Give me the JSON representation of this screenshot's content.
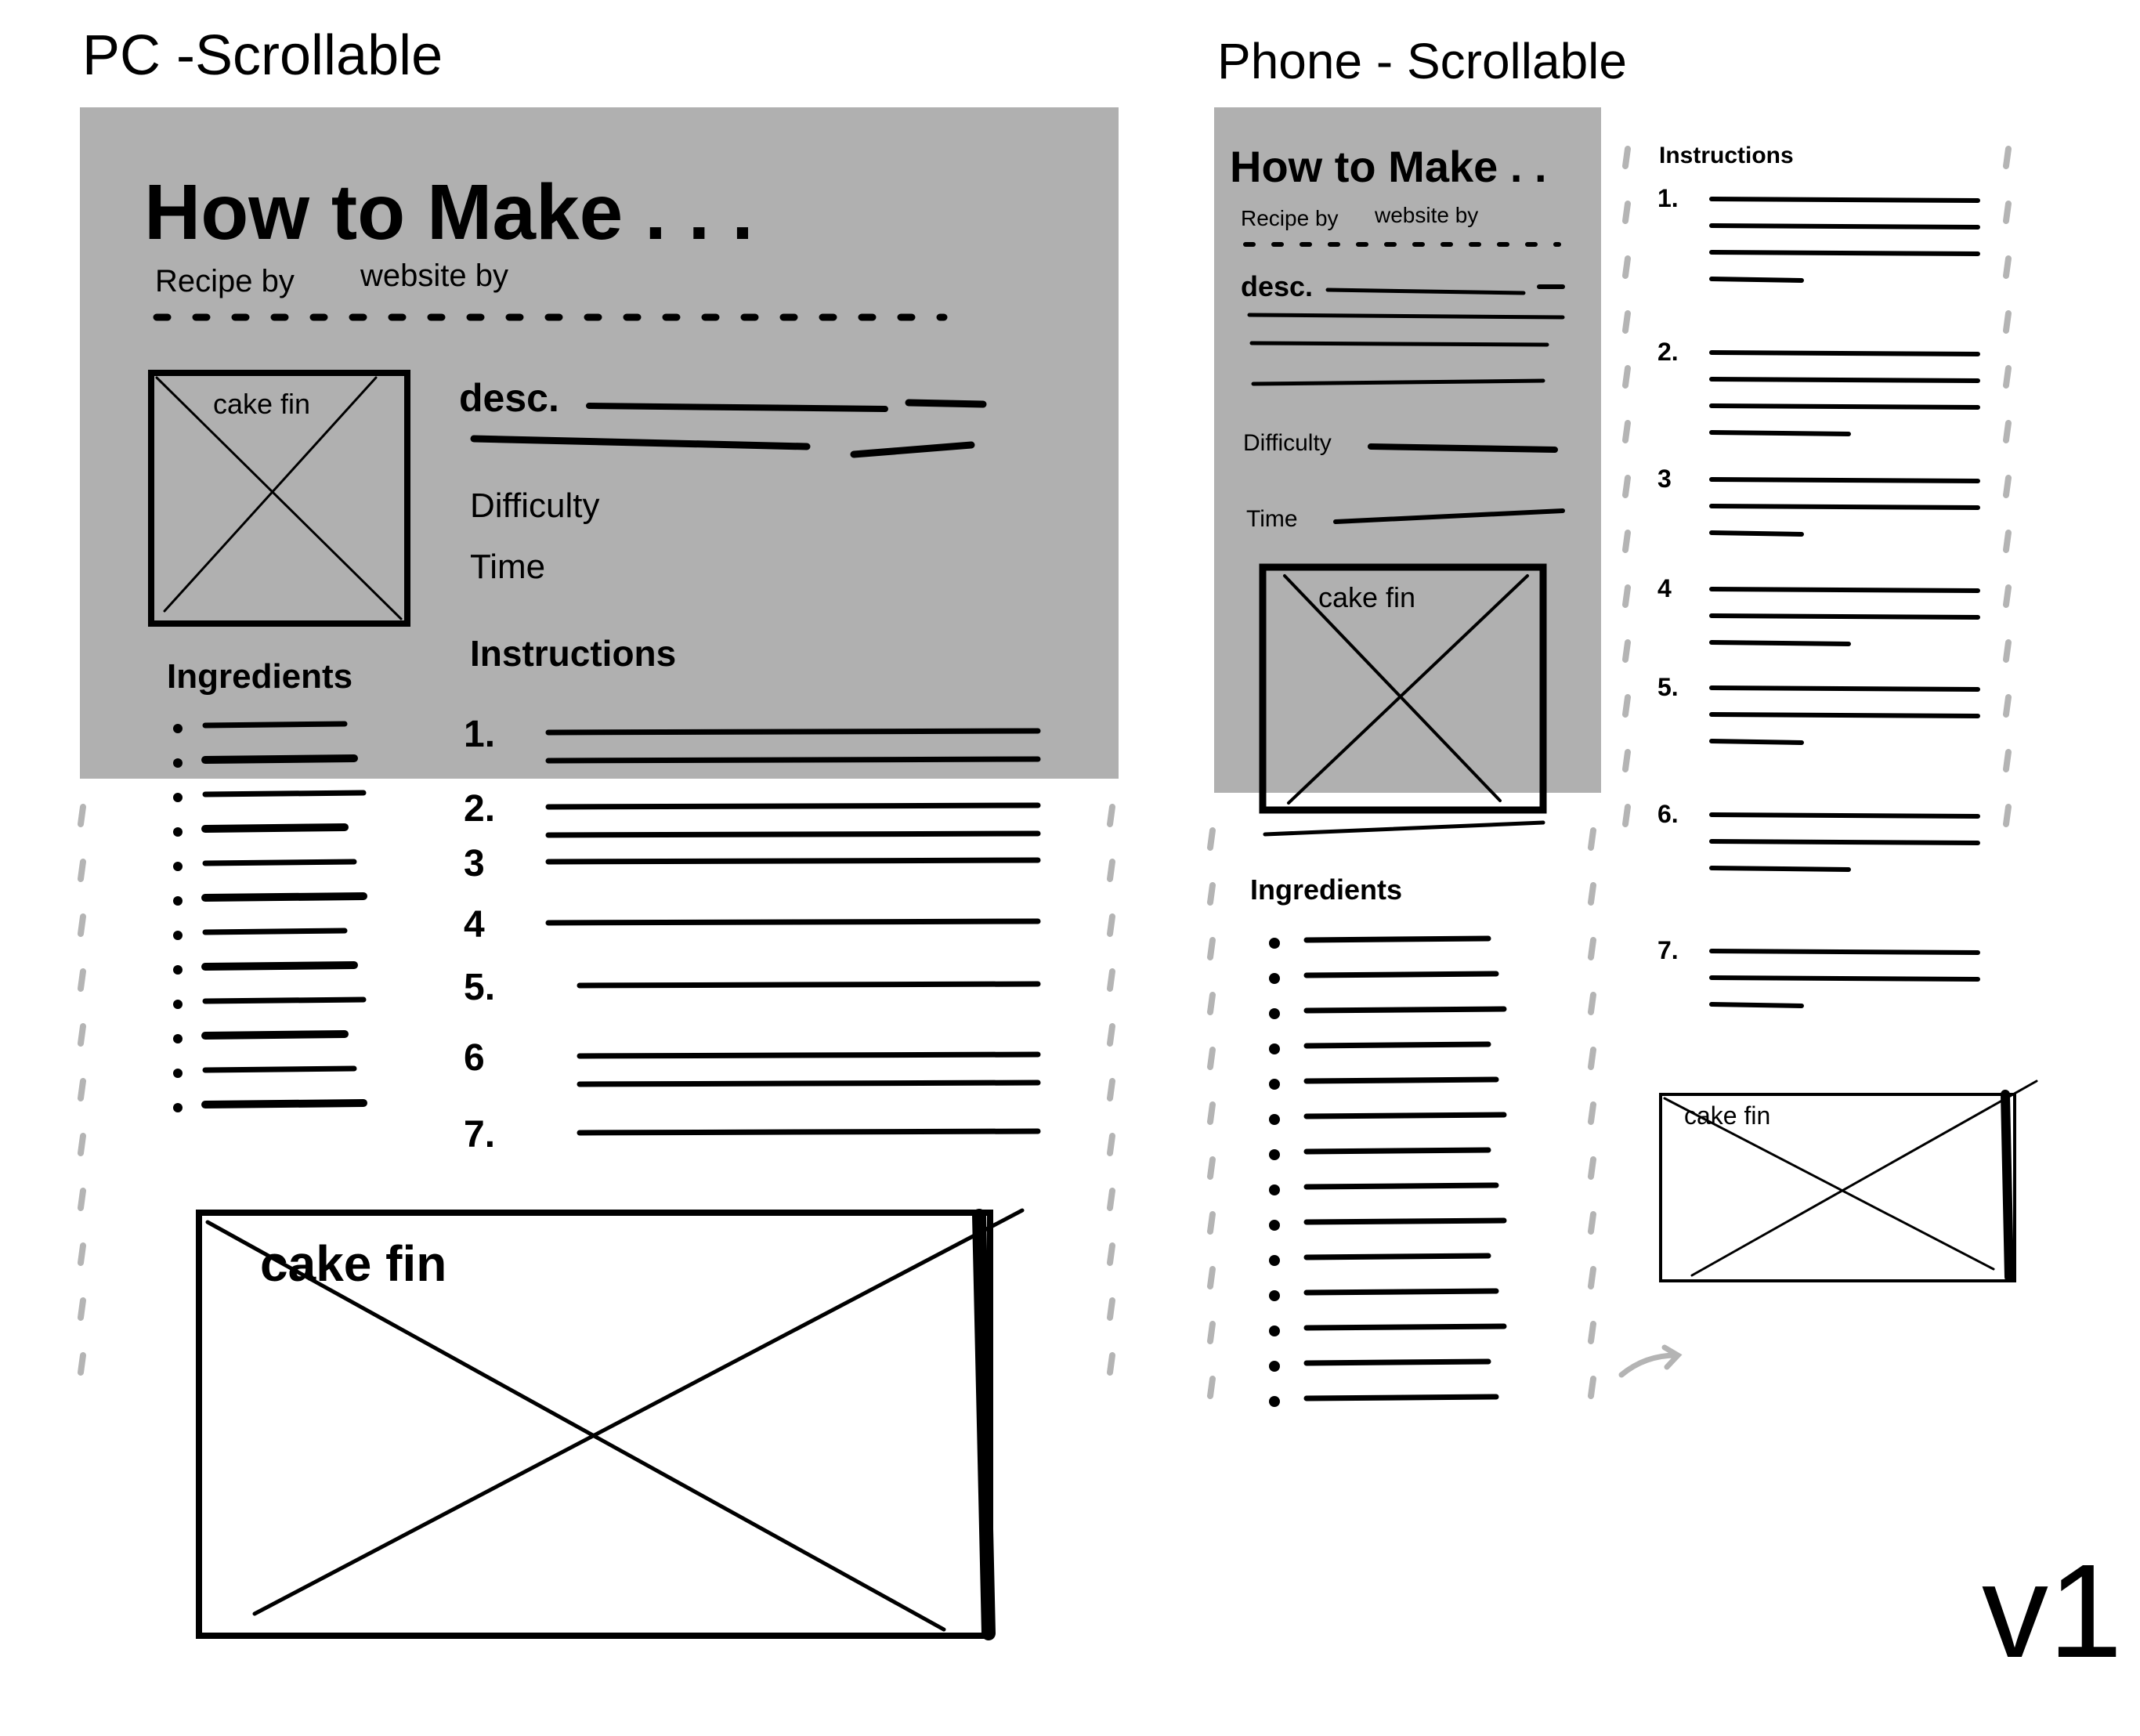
{
  "version_label": "v1",
  "colors": {
    "panel_gray": "#b0b0b0",
    "ink": "#000000",
    "scroll_marks": "#b4b4b4"
  },
  "pc": {
    "heading": "PC -Scrollable",
    "title": "How to Make . . .",
    "recipe_by": "Recipe by",
    "website_by": "website by",
    "desc_label": "desc.",
    "difficulty_label": "Difficulty",
    "time_label": "Time",
    "ingredients_label": "Ingredients",
    "instructions_label": "Instructions",
    "image_label": "cake fin",
    "bottom_image_label": "cake fin",
    "steps": [
      "1.",
      "2.",
      "3",
      "4",
      "5.",
      "6",
      "7."
    ]
  },
  "phone": {
    "heading": "Phone - Scrollable",
    "title": "How to Make . .",
    "recipe_by": "Recipe by",
    "website_by": "website by",
    "desc_label": "desc.",
    "difficulty_label": "Difficulty",
    "time_label": "Time",
    "image_label": "cake fin",
    "ingredients_label": "Ingredients",
    "instructions_label": "Instructions",
    "steps": [
      "1.",
      "2.",
      "3",
      "4",
      "5.",
      "6.",
      "7."
    ],
    "bottom_image_label": "cake fin"
  }
}
